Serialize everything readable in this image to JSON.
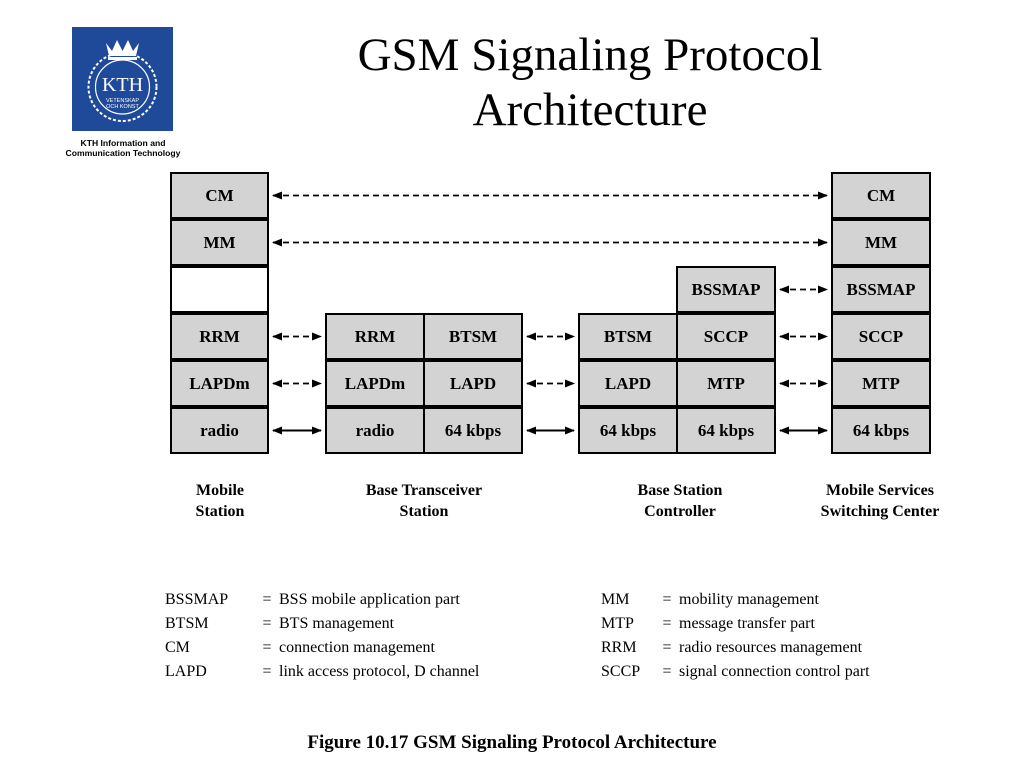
{
  "slide": {
    "title_line1": "GSM Signaling Protocol",
    "title_line2": "Architecture"
  },
  "logo": {
    "text": "KTH",
    "subtext_line1": "VETENSKAP",
    "subtext_line2": "OCH KONST",
    "caption_line1": "KTH Information and",
    "caption_line2": "Communication Technology",
    "color": "#1f4a9a"
  },
  "diagram": {
    "stations": [
      {
        "id": "ms",
        "label_line1": "Mobile",
        "label_line2": "Station"
      },
      {
        "id": "bts",
        "label_line1": "Base Transceiver",
        "label_line2": "Station"
      },
      {
        "id": "bsc",
        "label_line1": "Base Station",
        "label_line2": "Controller"
      },
      {
        "id": "msc",
        "label_line1": "Mobile Services",
        "label_line2": "Switching Center"
      }
    ],
    "boxes": [
      {
        "id": "ms-cm",
        "label": "CM"
      },
      {
        "id": "ms-mm",
        "label": "MM"
      },
      {
        "id": "ms-blank",
        "label": ""
      },
      {
        "id": "ms-rrm",
        "label": "RRM"
      },
      {
        "id": "ms-lapdm",
        "label": "LAPDm"
      },
      {
        "id": "ms-radio",
        "label": "radio"
      },
      {
        "id": "bts-rrm",
        "label": "RRM"
      },
      {
        "id": "bts-lapdm",
        "label": "LAPDm"
      },
      {
        "id": "bts-radio",
        "label": "radio"
      },
      {
        "id": "bts-btsm",
        "label": "BTSM"
      },
      {
        "id": "bts-lapd",
        "label": "LAPD"
      },
      {
        "id": "bts-64",
        "label": "64 kbps"
      },
      {
        "id": "bsc-btsm",
        "label": "BTSM"
      },
      {
        "id": "bsc-lapd",
        "label": "LAPD"
      },
      {
        "id": "bsc-64a",
        "label": "64 kbps"
      },
      {
        "id": "bsc-bssmap",
        "label": "BSSMAP"
      },
      {
        "id": "bsc-sccp",
        "label": "SCCP"
      },
      {
        "id": "bsc-mtp",
        "label": "MTP"
      },
      {
        "id": "bsc-64b",
        "label": "64 kbps"
      },
      {
        "id": "msc-cm",
        "label": "CM"
      },
      {
        "id": "msc-mm",
        "label": "MM"
      },
      {
        "id": "msc-bssmap",
        "label": "BSSMAP"
      },
      {
        "id": "msc-sccp",
        "label": "SCCP"
      },
      {
        "id": "msc-mtp",
        "label": "MTP"
      },
      {
        "id": "msc-64",
        "label": "64 kbps"
      }
    ],
    "links": [
      {
        "from": "ms-cm",
        "to": "msc-cm",
        "style": "dashed"
      },
      {
        "from": "ms-mm",
        "to": "msc-mm",
        "style": "dashed"
      },
      {
        "from": "ms-rrm",
        "to": "bts-rrm",
        "style": "dashed"
      },
      {
        "from": "ms-lapdm",
        "to": "bts-lapdm",
        "style": "dashed"
      },
      {
        "from": "ms-radio",
        "to": "bts-radio",
        "style": "solid"
      },
      {
        "from": "bts-btsm",
        "to": "bsc-btsm",
        "style": "dashed"
      },
      {
        "from": "bts-lapd",
        "to": "bsc-lapd",
        "style": "dashed"
      },
      {
        "from": "bts-64",
        "to": "bsc-64a",
        "style": "solid"
      },
      {
        "from": "bsc-bssmap",
        "to": "msc-bssmap",
        "style": "dashed"
      },
      {
        "from": "bsc-sccp",
        "to": "msc-sccp",
        "style": "dashed"
      },
      {
        "from": "bsc-mtp",
        "to": "msc-mtp",
        "style": "dashed"
      },
      {
        "from": "bsc-64b",
        "to": "msc-64",
        "style": "solid"
      }
    ]
  },
  "legend": {
    "left": [
      {
        "abbr": "BSSMAP",
        "eq": "=",
        "meaning": "BSS mobile application part"
      },
      {
        "abbr": "BTSM",
        "eq": "=",
        "meaning": "BTS management"
      },
      {
        "abbr": "CM",
        "eq": "=",
        "meaning": "connection management"
      },
      {
        "abbr": "LAPD",
        "eq": "=",
        "meaning": "link access protocol, D channel"
      }
    ],
    "right": [
      {
        "abbr": "MM",
        "eq": "=",
        "meaning": "mobility management"
      },
      {
        "abbr": "MTP",
        "eq": "=",
        "meaning": "message transfer part"
      },
      {
        "abbr": "RRM",
        "eq": "=",
        "meaning": "radio resources management"
      },
      {
        "abbr": "SCCP",
        "eq": "=",
        "meaning": "signal connection control part"
      }
    ]
  },
  "figure_caption": "Figure 10.17  GSM Signaling Protocol Architecture"
}
